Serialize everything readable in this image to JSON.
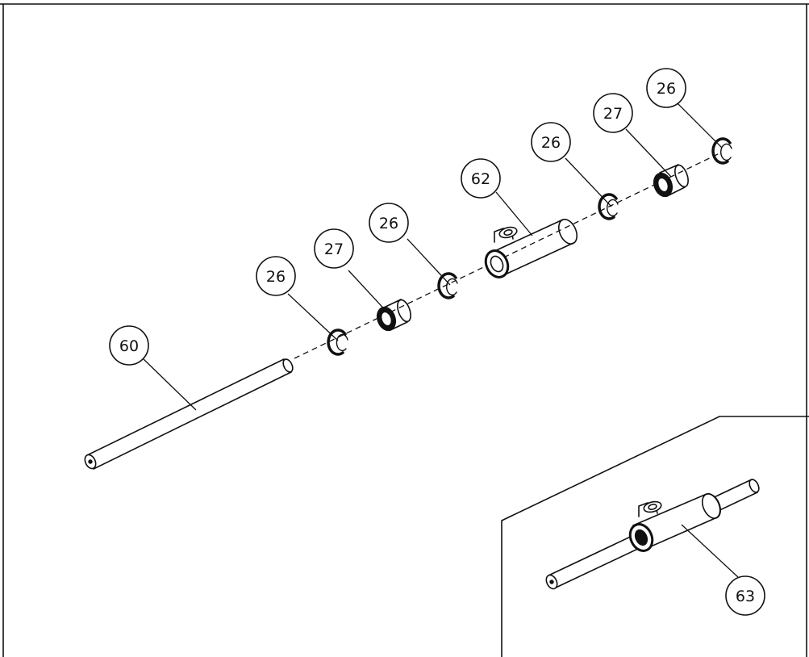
{
  "callouts": [
    {
      "id": "c60",
      "label": "60",
      "part": "shaft"
    },
    {
      "id": "c26a",
      "label": "26",
      "part": "retaining-ring"
    },
    {
      "id": "c27a",
      "label": "27",
      "part": "bushing"
    },
    {
      "id": "c26b",
      "label": "26",
      "part": "retaining-ring"
    },
    {
      "id": "c62",
      "label": "62",
      "part": "pivot-tube"
    },
    {
      "id": "c26c",
      "label": "26",
      "part": "retaining-ring"
    },
    {
      "id": "c27b",
      "label": "27",
      "part": "bushing"
    },
    {
      "id": "c26d",
      "label": "26",
      "part": "retaining-ring"
    },
    {
      "id": "c63",
      "label": "63",
      "part": "assembled-pivot"
    }
  ],
  "colors": {
    "ink": "#111111",
    "paper": "#ffffff"
  }
}
